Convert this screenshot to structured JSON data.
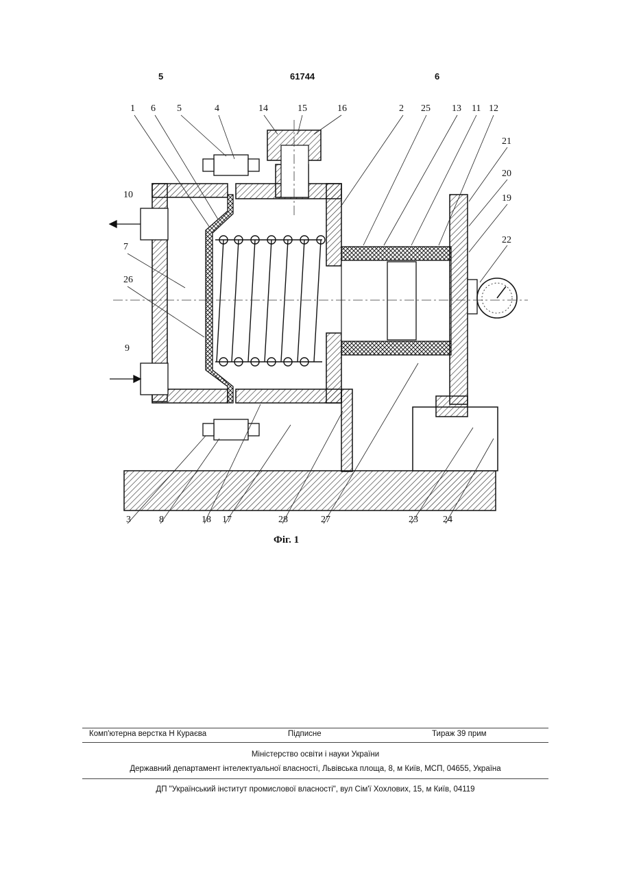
{
  "header": {
    "left_page": "5",
    "patent_no": "61744",
    "right_page": "6"
  },
  "figure": {
    "caption": "Фіг. 1",
    "labels": [
      "1",
      "6",
      "5",
      "4",
      "14",
      "15",
      "16",
      "2",
      "25",
      "13",
      "11",
      "12",
      "21",
      "20",
      "19",
      "22",
      "10",
      "7",
      "26",
      "9",
      "3",
      "8",
      "18",
      "17",
      "28",
      "27",
      "23",
      "24"
    ]
  },
  "footer": {
    "typesetter": "Комп'ютерна верстка Н  Кураєва",
    "signed": "Підписне",
    "circulation": "Тираж 39 прим",
    "ministry": "Міністерство освіти і науки України",
    "department": "Державний департамент інтелектуальної власності, Львівська площа, 8, м  Київ, МСП, 04655, Україна",
    "institute": "ДП \"Український інститут промислової власності\", вул  Сім'ї Хохлових, 15, м  Київ, 04119"
  }
}
